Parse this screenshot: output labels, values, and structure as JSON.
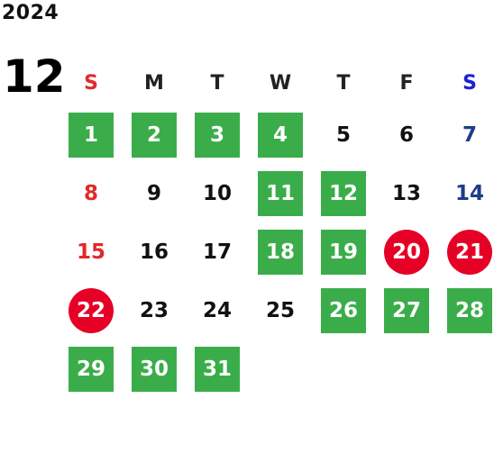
{
  "calendar": {
    "year": "2024",
    "month": "12",
    "weekdays": [
      {
        "label": "S",
        "color": "#e02a2a"
      },
      {
        "label": "M",
        "color": "#222222"
      },
      {
        "label": "T",
        "color": "#222222"
      },
      {
        "label": "W",
        "color": "#222222"
      },
      {
        "label": "T",
        "color": "#222222"
      },
      {
        "label": "F",
        "color": "#222222"
      },
      {
        "label": "S",
        "color": "#1b22d4"
      }
    ],
    "weeks": [
      [
        {
          "day": "1",
          "style": "green"
        },
        {
          "day": "2",
          "style": "green"
        },
        {
          "day": "3",
          "style": "green"
        },
        {
          "day": "4",
          "style": "green"
        },
        {
          "day": "5",
          "style": "plain"
        },
        {
          "day": "6",
          "style": "plain"
        },
        {
          "day": "7",
          "style": "sat"
        }
      ],
      [
        {
          "day": "8",
          "style": "sun"
        },
        {
          "day": "9",
          "style": "plain"
        },
        {
          "day": "10",
          "style": "plain"
        },
        {
          "day": "11",
          "style": "green"
        },
        {
          "day": "12",
          "style": "green"
        },
        {
          "day": "13",
          "style": "plain"
        },
        {
          "day": "14",
          "style": "sat"
        }
      ],
      [
        {
          "day": "15",
          "style": "sun"
        },
        {
          "day": "16",
          "style": "plain"
        },
        {
          "day": "17",
          "style": "plain"
        },
        {
          "day": "18",
          "style": "green"
        },
        {
          "day": "19",
          "style": "green"
        },
        {
          "day": "20",
          "style": "red"
        },
        {
          "day": "21",
          "style": "red"
        }
      ],
      [
        {
          "day": "22",
          "style": "red"
        },
        {
          "day": "23",
          "style": "plain"
        },
        {
          "day": "24",
          "style": "plain"
        },
        {
          "day": "25",
          "style": "plain"
        },
        {
          "day": "26",
          "style": "green"
        },
        {
          "day": "27",
          "style": "green"
        },
        {
          "day": "28",
          "style": "green"
        }
      ],
      [
        {
          "day": "29",
          "style": "green"
        },
        {
          "day": "30",
          "style": "green"
        },
        {
          "day": "31",
          "style": "green"
        }
      ]
    ],
    "colors": {
      "green": "#3aad4a",
      "red": "#e60026",
      "sunday_text": "#e02a2a",
      "saturday_text": "#1d3c8a"
    }
  }
}
